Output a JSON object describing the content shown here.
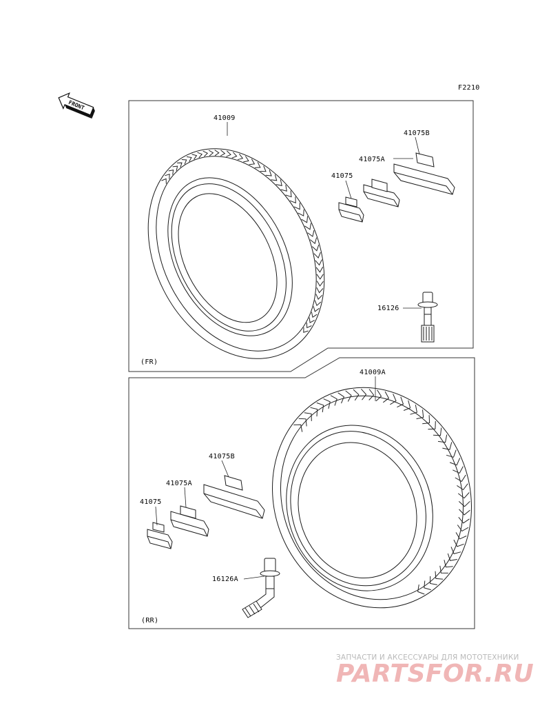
{
  "figure_code": "F2210",
  "front_arrow_label": "FRONT",
  "sections": {
    "front": {
      "label": "(FR)",
      "callouts": {
        "tire": "41009",
        "weight_b": "41075B",
        "weight_a": "41075A",
        "weight": "41075",
        "valve": "16126"
      }
    },
    "rear": {
      "label": "(RR)",
      "callouts": {
        "tire": "41009A",
        "weight_b": "41075B",
        "weight_a": "41075A",
        "weight": "41075",
        "valve": "16126A"
      }
    }
  },
  "watermark": {
    "subtitle": "ЗАПЧАСТИ И АКСЕССУАРЫ ДЛЯ МОТОТЕХНИКИ",
    "logo": "PARTSFOR.RU"
  }
}
